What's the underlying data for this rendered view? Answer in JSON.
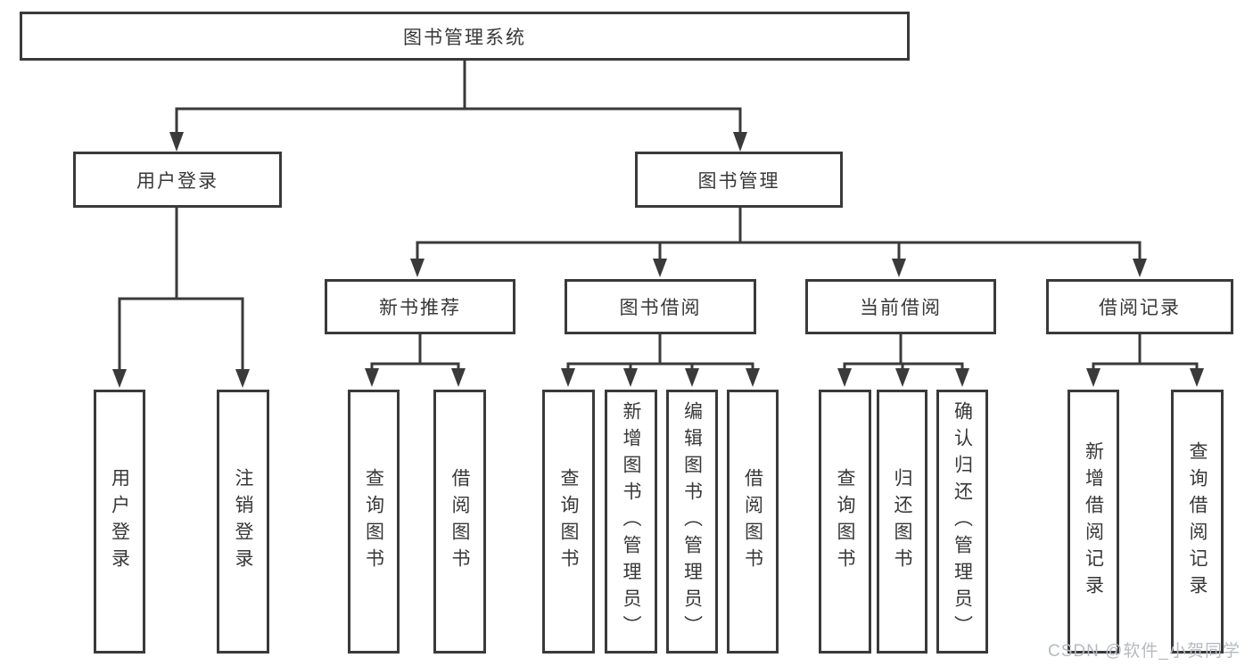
{
  "colors": {
    "line": "#3a3a3a",
    "text": "#383838",
    "background": "#ffffff",
    "watermark": "#b6bac0"
  },
  "watermark": {
    "text": "CSDN @软件_小贺同学"
  },
  "diagram": {
    "root": "图书管理系统",
    "branches": [
      {
        "label": "用户登录",
        "children": [
          "用户登录",
          "注销登录"
        ]
      },
      {
        "label": "图书管理",
        "children": [
          {
            "label": "新书推荐",
            "children": [
              "查询图书",
              "借阅图书"
            ]
          },
          {
            "label": "图书借阅",
            "children": [
              "查询图书",
              "新增图书（管理员）",
              "编辑图书（管理员）",
              "借阅图书"
            ]
          },
          {
            "label": "当前借阅",
            "children": [
              "查询图书",
              "归还图书",
              "确认归还（管理员）"
            ]
          },
          {
            "label": "借阅记录",
            "children": [
              "新增借阅记录",
              "查询借阅记录"
            ]
          }
        ]
      }
    ]
  }
}
